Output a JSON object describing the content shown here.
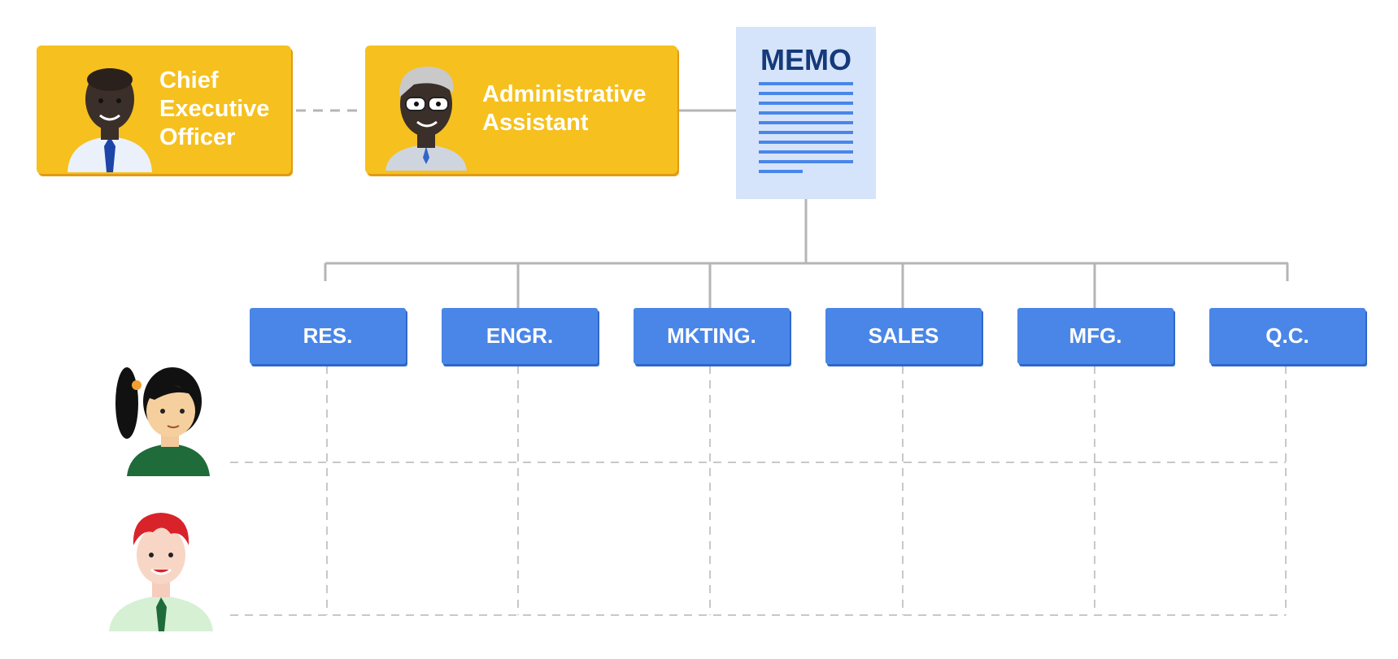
{
  "roles": {
    "ceo": {
      "label_lines": [
        "Chief",
        "Executive",
        "Officer"
      ]
    },
    "assistant": {
      "label_lines": [
        "Administrative",
        "Assistant"
      ]
    }
  },
  "memo": {
    "title": "MEMO"
  },
  "departments": [
    "RES.",
    "ENGR.",
    "MKTING.",
    "SALES",
    "MFG.",
    "Q.C."
  ],
  "employees": [
    "woman-employee",
    "man-employee"
  ],
  "colors": {
    "role_box": "#f6c01e",
    "department_box": "#4a86e8",
    "memo_background": "#d6e4fb",
    "connector": "#b5b5b5"
  }
}
